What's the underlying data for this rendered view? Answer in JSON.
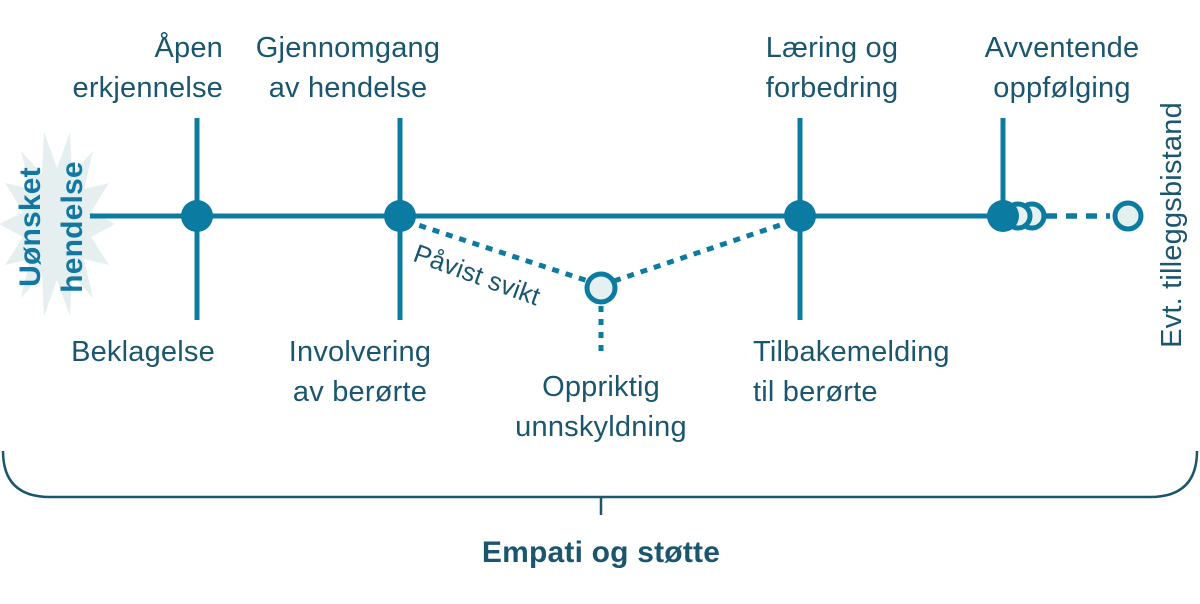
{
  "colors": {
    "accent_teal": "#0C7BA1",
    "text_dark_teal": "#1A566E",
    "pale_fill": "#E5EFEF",
    "burst_text_teal": "#1278A3"
  },
  "event_badge": {
    "label": "Uønsket\nhendelse"
  },
  "timeline": {
    "milestones": [
      {
        "top": "Åpen\nerkjennelse",
        "bottom": "Beklagelse"
      },
      {
        "top": "Gjennomgang\nav hendelse",
        "bottom": "Involvering\nav berørte"
      },
      {
        "top": "Læring og\nforbedring",
        "bottom": "Tilbakemelding\ntil berørte"
      },
      {
        "top": "Avventende\noppfølging",
        "bottom": ""
      }
    ],
    "detour": {
      "path_label": "Påvist svikt",
      "node_label": "Oppriktig\nunnskyldning"
    },
    "continuation_label": "Evt. tilleggsbistand"
  },
  "brace": {
    "label": "Empati og støtte"
  }
}
